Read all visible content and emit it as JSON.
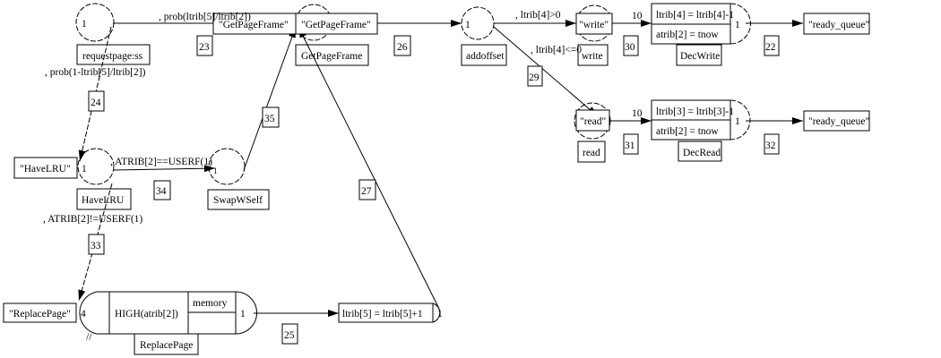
{
  "nodes": {
    "requestpage": {
      "value": "1",
      "label": "requestpage:ss"
    },
    "getpageframe": {
      "attr_left": "\"GetPageFrame\"",
      "attr_right": "\"GetPageFrame\"",
      "label": "GetPageFrame"
    },
    "addoffset": {
      "value": "1",
      "label": "addoffset"
    },
    "write": {
      "attr": "\"write\"",
      "label": "write"
    },
    "decwrite": {
      "line1": "ltrib[4] = ltrib[4]-1",
      "line2": "atrib[2] = tnow",
      "value": "1",
      "label": "DecWrite"
    },
    "ready_queue_1": {
      "text": "\"ready_queue\""
    },
    "read": {
      "attr": "\"read\"",
      "label": "read"
    },
    "decread": {
      "line1": "ltrib[3] = ltrib[3]-1",
      "line2": "atrib[2] = tnow",
      "value": "1",
      "label": "DecRead"
    },
    "ready_queue_2": {
      "text": "\"ready_queue\""
    },
    "havelru": {
      "attr": "\"HaveLRU\"",
      "value": "1",
      "label": "HaveLRU"
    },
    "swapwself": {
      "value": "1",
      "label": "SwapWSelf"
    },
    "replacepage": {
      "attr": "\"ReplacePage\"",
      "capacity": "4",
      "priority": "HIGH(atrib[2])",
      "resource": "memory",
      "value": "1",
      "label": "ReplacePage",
      "balk": "//"
    },
    "incr": {
      "line1": "ltrib[5] = ltrib[5]+1",
      "value": "1"
    }
  },
  "edges": {
    "e23": {
      "id": "23",
      "condition": ", prob(ltrib[5]/ltrib[2])"
    },
    "e24": {
      "id": "24",
      "condition": ", prob(1-ltrib[5]/ltrib[2])"
    },
    "e26": {
      "id": "26"
    },
    "e30": {
      "id": "30",
      "duration": "10",
      "condition": ", ltrib[4]>0"
    },
    "e29": {
      "id": "29",
      "condition": ", ltrib[4]<=0"
    },
    "e31": {
      "id": "31",
      "duration": "10"
    },
    "e22": {
      "id": "22"
    },
    "e32": {
      "id": "32"
    },
    "e34": {
      "id": "34",
      "condition": ", ATRIB[2]==USERF(1)"
    },
    "e33": {
      "id": "33",
      "condition": ", ATRIB[2]!=USERF(1)"
    },
    "e35": {
      "id": "35"
    },
    "e27": {
      "id": "27"
    },
    "e25": {
      "id": "25"
    }
  }
}
